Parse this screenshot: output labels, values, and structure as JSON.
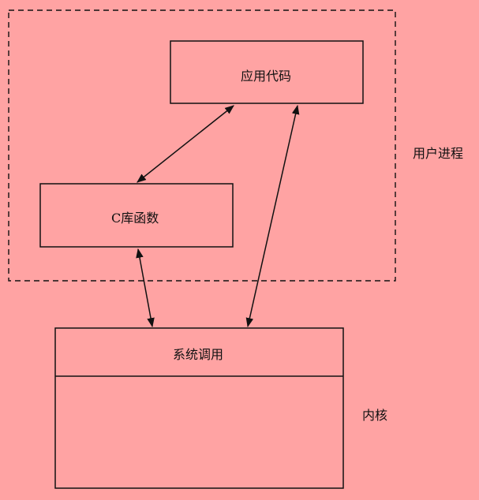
{
  "diagram": {
    "user_process_label": "用户进程",
    "kernel_label": "内核",
    "app_code_label": "应用代码",
    "c_lib_label": "C库函数",
    "syscall_label": "系统调用"
  },
  "colors": {
    "background": "#ffa3a3",
    "stroke": "#111111"
  }
}
